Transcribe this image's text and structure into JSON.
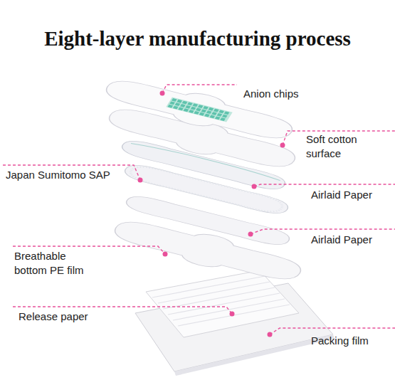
{
  "diagram": {
    "title": "Eight-layer manufacturing process",
    "labels": [
      "Anion chips",
      "Soft cotton surface",
      "Japan Sumitomo SAP",
      "Airlaid Paper",
      "Airlaid Paper",
      "Breathable bottom PE film",
      "Release paper",
      "Packing film"
    ]
  }
}
